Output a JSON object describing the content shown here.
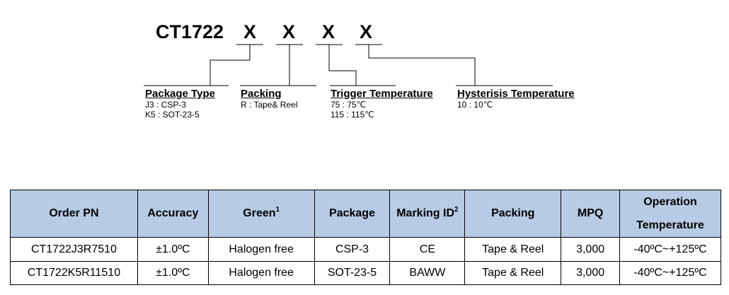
{
  "part_number": {
    "base": "CT1722",
    "placeholders": [
      "X",
      "X",
      "X",
      "X"
    ]
  },
  "fields": [
    {
      "title": "Package Type",
      "options": [
        "J3 : CSP-3",
        "K5 : SOT-23-5"
      ]
    },
    {
      "title": "Packing",
      "options": [
        "R : Tape& Reel"
      ]
    },
    {
      "title": "Trigger Temperature",
      "options": [
        "75 : 75℃",
        "115 : 115℃"
      ]
    },
    {
      "title": "Hysterisis Temperature",
      "options": [
        "10 : 10℃"
      ]
    }
  ],
  "table": {
    "header_bg": "#b7cce4",
    "headers": {
      "order_pn": "Order PN",
      "accuracy": "Accuracy",
      "green": "Green",
      "green_sup": "1",
      "package": "Package",
      "marking_id": "Marking ID",
      "marking_sup": "2",
      "packing": "Packing",
      "mpq": "MPQ",
      "operation_line1": "Operation",
      "operation_line2": "Temperature"
    },
    "rows": [
      {
        "order_pn": "CT1722J3R7510",
        "accuracy": "±1.0ºC",
        "green": "Halogen free",
        "package": "CSP-3",
        "marking_id": "CE",
        "packing": "Tape & Reel",
        "mpq": "3,000",
        "operation": "-40ºC~+125ºC"
      },
      {
        "order_pn": "CT1722K5R11510",
        "accuracy": "±1.0ºC",
        "green": "Halogen free",
        "package": "SOT-23-5",
        "marking_id": "BAWW",
        "packing": "Tape & Reel",
        "mpq": "3,000",
        "operation": "-40ºC~+125ºC"
      }
    ]
  }
}
